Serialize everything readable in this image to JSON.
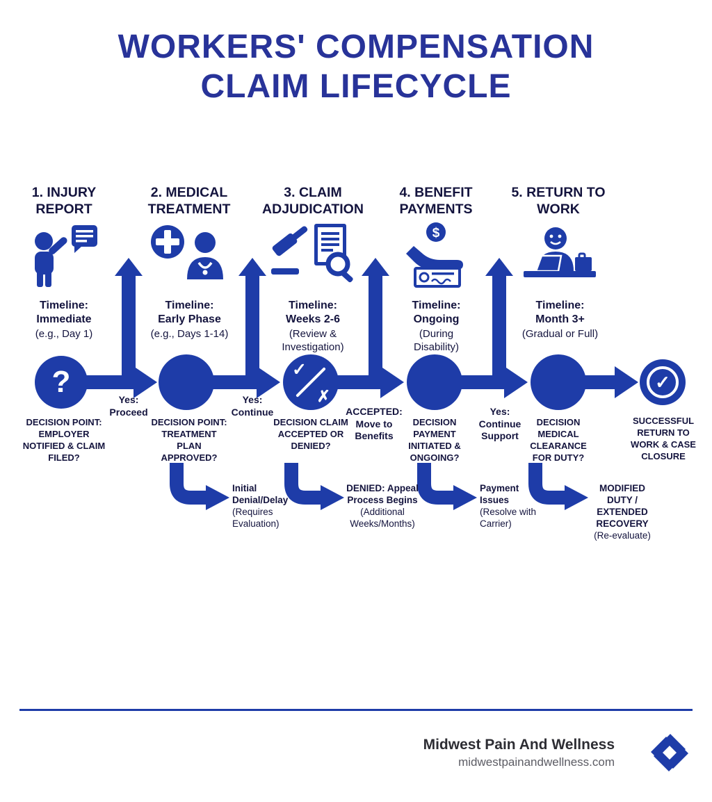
{
  "title": {
    "line1": "WORKERS' COMPENSATION",
    "line2": "CLAIM LIFECYCLE"
  },
  "colors": {
    "accent": "#1e3ca8",
    "title_blue": "#283399",
    "dark_navy": "#14143e"
  },
  "stages": [
    {
      "header": "1. INJURY REPORT",
      "icon": "injury-report-icon",
      "timeline_label": "Timeline:",
      "timeline_value": "Immediate",
      "timeline_note": "(e.g., Day 1)",
      "node_glyph": "?",
      "decision": "DECISION POINT: EMPLOYER NOTIFIED & CLAIM FILED?"
    },
    {
      "header": "2. MEDICAL TREATMENT",
      "icon": "medical-treatment-icon",
      "timeline_label": "Timeline:",
      "timeline_value": "Early Phase",
      "timeline_note": "(e.g., Days 1-14)",
      "decision": "DECISION POINT: TREATMENT PLAN APPROVED?",
      "branch_head": "Initial Denial/Delay",
      "branch_note": "(Requires Evaluation)"
    },
    {
      "header": "3. CLAIM ADJUDICATION",
      "icon": "claim-adjudication-icon",
      "timeline_label": "Timeline:",
      "timeline_value": "Weeks 2-6",
      "timeline_note": "(Review & Investigation)",
      "node_glyph_top": "✓",
      "node_glyph_bottom": "✗",
      "decision": "DECISION CLAIM ACCEPTED OR DENIED?",
      "branch_head": "DENIED: Appeal Process Begins",
      "branch_note": "(Additional Weeks/Months)"
    },
    {
      "header": "4. BENEFIT PAYMENTS",
      "icon": "benefit-payments-icon",
      "timeline_label": "Timeline:",
      "timeline_value": "Ongoing",
      "timeline_note": "(During Disability)",
      "decision": "DECISION PAYMENT INITIATED & ONGOING?",
      "branch_head": "Payment Issues",
      "branch_note": "(Resolve with Carrier)"
    },
    {
      "header": "5. RETURN TO WORK",
      "icon": "return-to-work-icon",
      "timeline_label": "Timeline:",
      "timeline_value": "Month 3+",
      "timeline_note": "(Gradual or Full)",
      "decision": "DECISION MEDICAL CLEARANCE FOR DUTY?",
      "branch_head": "MODIFIED DUTY / EXTENDED RECOVERY",
      "branch_note": "(Re-evaluate)"
    }
  ],
  "connectors": [
    {
      "label": "Yes: Proceed"
    },
    {
      "label": "Yes: Continue"
    },
    {
      "label": "ACCEPTED: Move to Benefits"
    },
    {
      "label": "Yes: Continue Support"
    }
  ],
  "end_node": {
    "glyph": "✓",
    "decision": "SUCCESSFUL RETURN TO WORK & CASE CLOSURE"
  },
  "footer": {
    "brand": "Midwest Pain And Wellness",
    "website": "midwestpainandwellness.com"
  }
}
